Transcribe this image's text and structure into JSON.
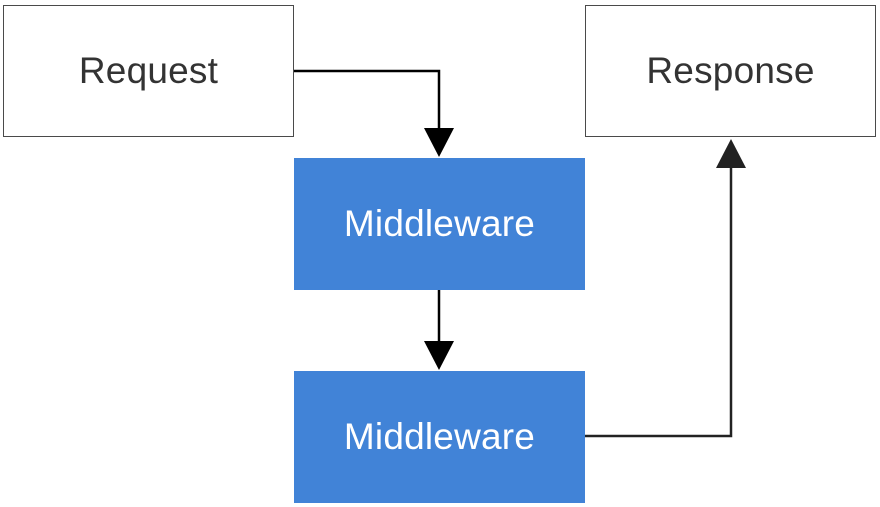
{
  "nodes": {
    "request": "Request",
    "response": "Response",
    "middleware_1": "Middleware",
    "middleware_2": "Middleware"
  },
  "colors": {
    "middleware_fill": "#4183d7",
    "middleware_text": "#ffffff",
    "outline_box_border": "#4a4a4a",
    "outline_box_text": "#333333",
    "connector": "#000000"
  }
}
